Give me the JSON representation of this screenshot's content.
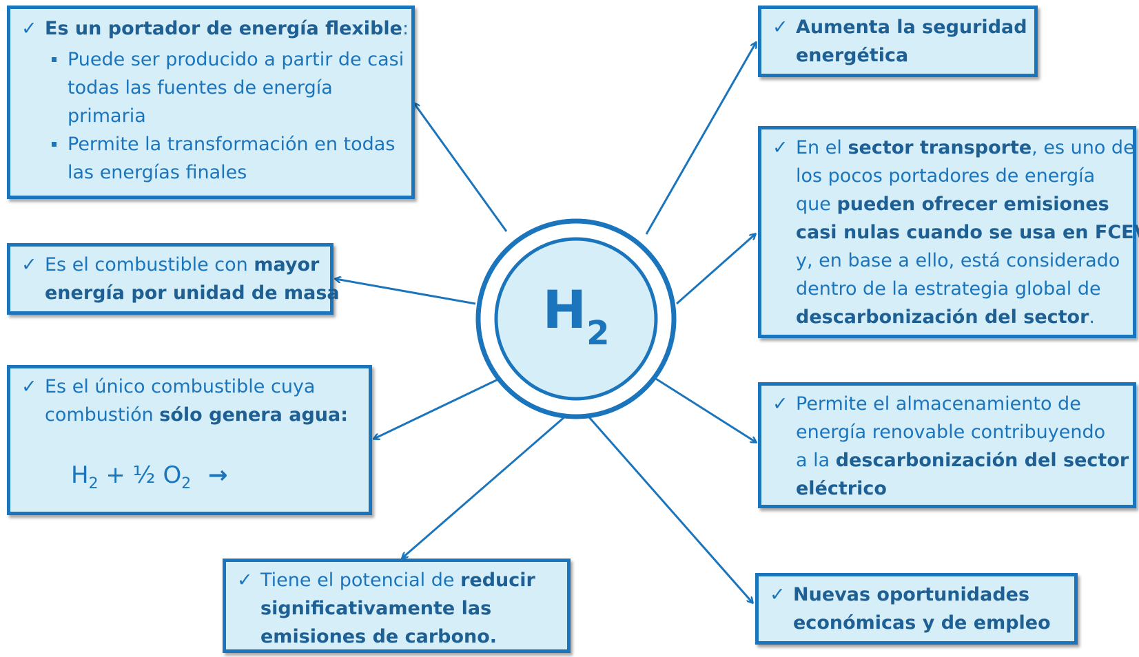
{
  "center": {
    "label": "H",
    "subscript": "2"
  },
  "check": "✓",
  "boxes": {
    "flexible": {
      "lead": "Es un portador de energía flexible",
      "tail": ":",
      "bullets": [
        [
          "Puede ser producido a partir de casi",
          "todas las fuentes de energía",
          "primaria"
        ],
        [
          "Permite la transformación en todas",
          "las energías finales"
        ]
      ]
    },
    "mass": {
      "l1a": "Es el combustible con ",
      "l1b": "mayor",
      "l2": "energía por unidad de masa"
    },
    "water": {
      "l1": "Es el único combustible cuya",
      "l2a": "combustión ",
      "l2b": "sólo genera agua:",
      "formula": {
        "h": "H",
        "h_sub": "2",
        "mid": "+ ½ O",
        "o_sub": "2",
        "arrow": "→"
      }
    },
    "carbon": {
      "l1a": "Tiene el potencial de ",
      "l1b": "reducir",
      "l2": "significativamente las",
      "l3": "emisiones de carbono."
    },
    "security": {
      "l1": "Aumenta la seguridad",
      "l2": "energética"
    },
    "transport": {
      "l1a": "En el ",
      "l1b": "sector transporte",
      "l1c": ", es uno de",
      "l2": "los pocos portadores de energía",
      "l3a": "que ",
      "l3b": "pueden ofrecer emisiones",
      "l4": "casi nulas cuando se usa en FCEV",
      "l5": "y, en base a ello, está considerado",
      "l6": "dentro de la estrategia global de",
      "l7a": "descarbonización del sector",
      "l7b": "."
    },
    "storage": {
      "l1": "Permite el almacenamiento de",
      "l2": "energía renovable contribuyendo",
      "l3a": "a la ",
      "l3b": "descarbonización del sector",
      "l4": "eléctrico"
    },
    "jobs": {
      "l1": "Nuevas oportunidades",
      "l2": "económicas y de empleo"
    }
  }
}
